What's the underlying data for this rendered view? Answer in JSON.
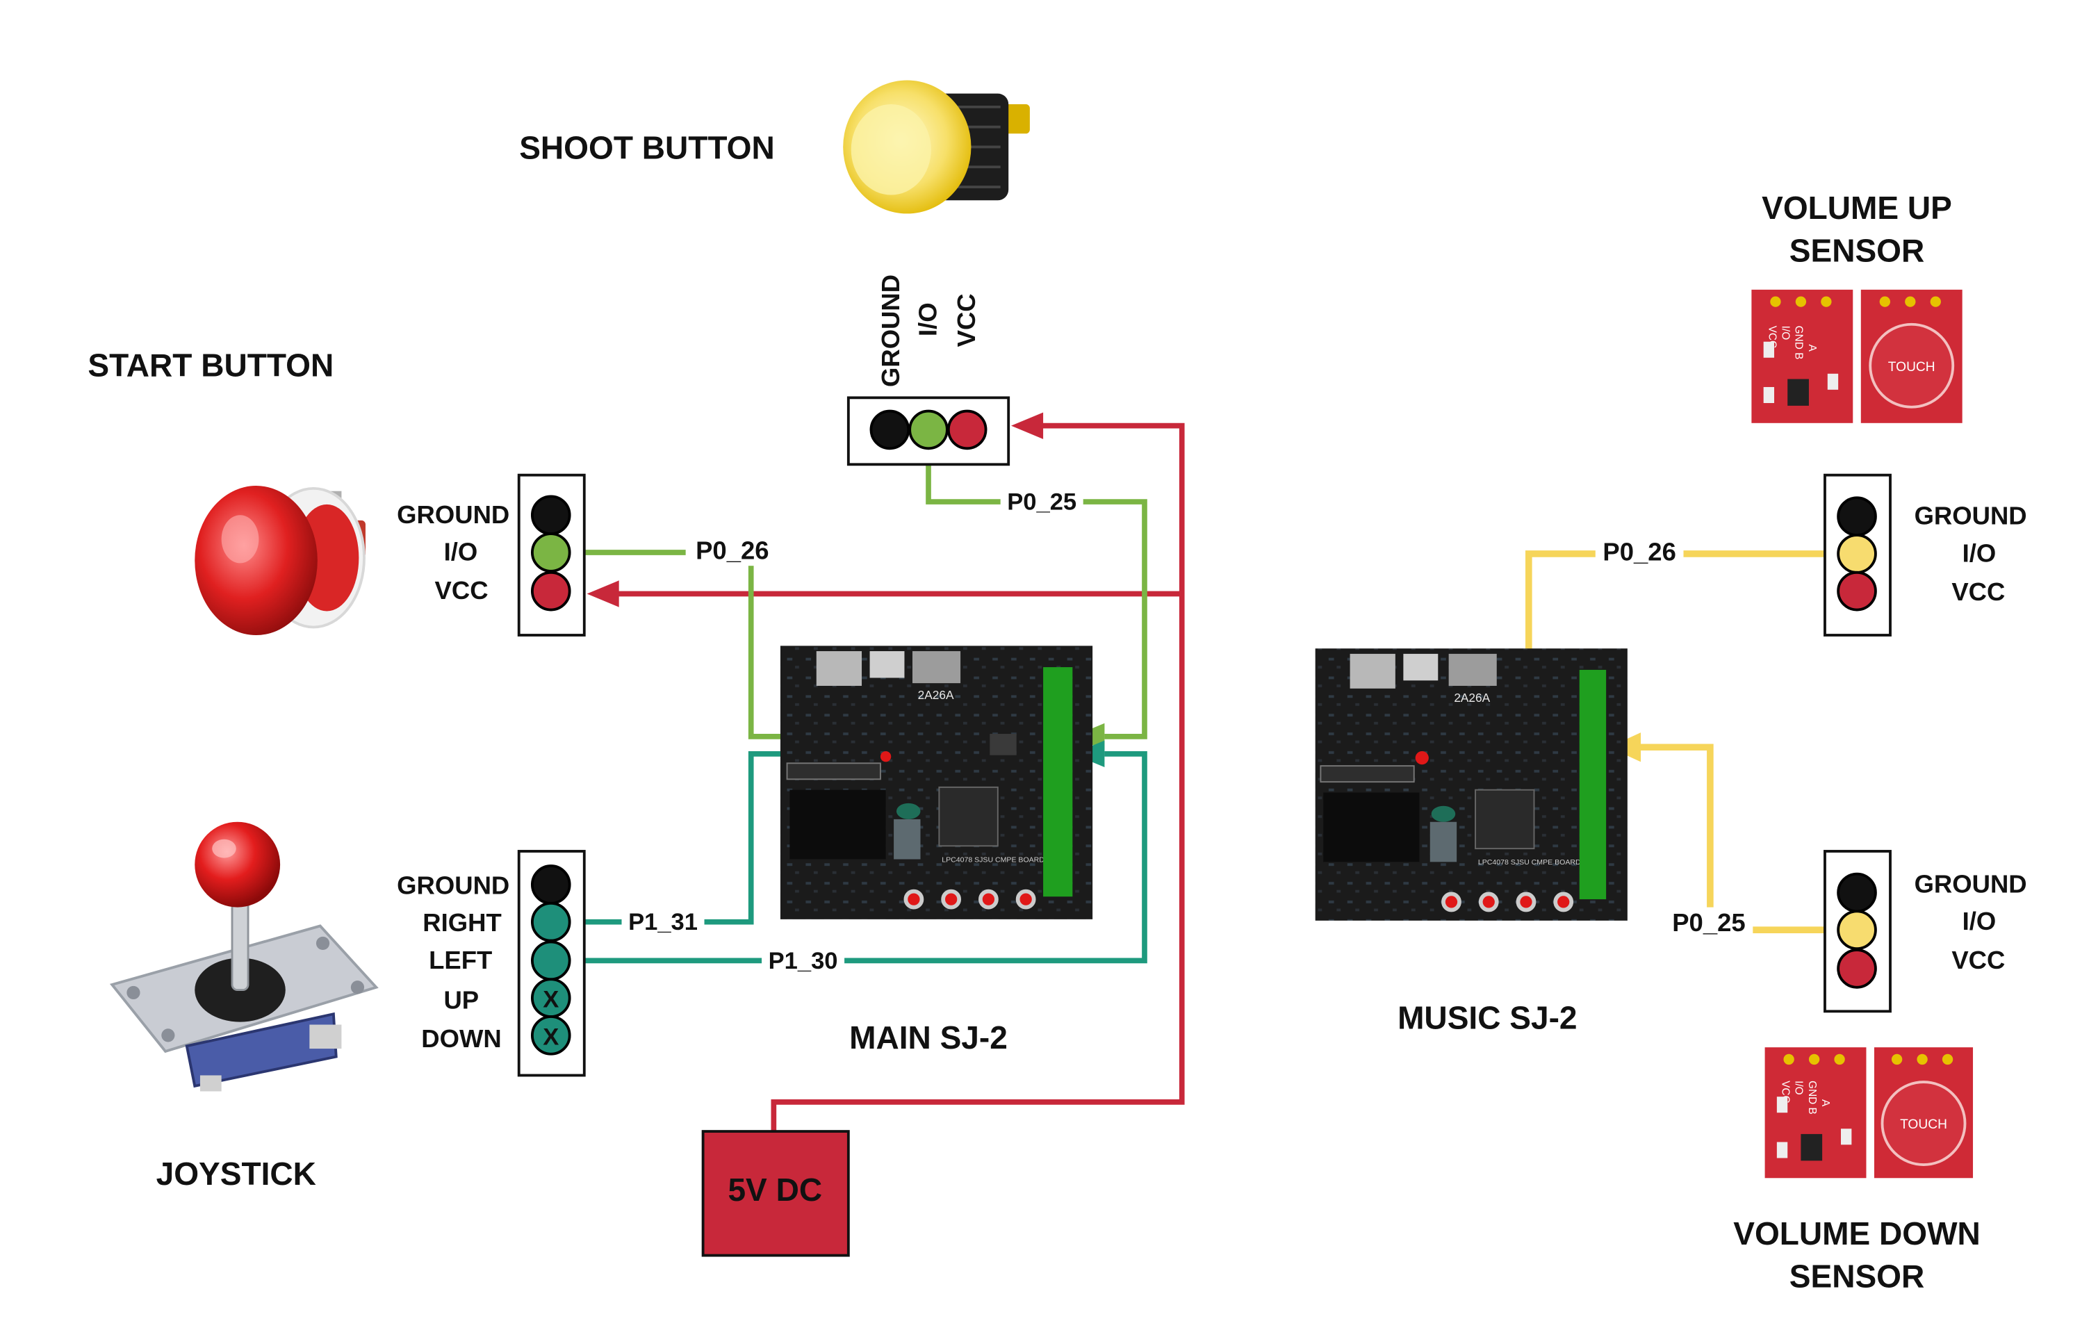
{
  "colors": {
    "red_wire": "#c8283a",
    "green_wire": "#7bb544",
    "teal_wire": "#1e9a7e",
    "yellow_wire": "#f6d55a",
    "pin_black": "#111111",
    "pin_green": "#7bb544",
    "pin_red": "#c8283a",
    "pin_teal": "#1e8f7a",
    "pin_yellow": "#f7dc6f",
    "power_box": "#c8283a"
  },
  "titles": {
    "shoot_button": "SHOOT BUTTON",
    "start_button": "START BUTTON",
    "joystick": "JOYSTICK",
    "volume_up": [
      "VOLUME UP",
      "SENSOR"
    ],
    "volume_down": [
      "VOLUME DOWN",
      "SENSOR"
    ],
    "main_board": "MAIN SJ-2",
    "music_board": "MUSIC SJ-2",
    "power": "5V DC"
  },
  "shoot_pins": [
    "GROUND",
    "I/O",
    "VCC"
  ],
  "start_pins": [
    "GROUND",
    "I/O",
    "VCC"
  ],
  "joystick_pins": [
    "GROUND",
    "RIGHT",
    "LEFT",
    "UP",
    "DOWN"
  ],
  "joystick_unused_mark": "X",
  "vol_up_pins": [
    "GROUND",
    "I/O",
    "VCC"
  ],
  "vol_down_pins": [
    "GROUND",
    "I/O",
    "VCC"
  ],
  "wire_labels": {
    "start_io": "P0_26",
    "shoot_io": "P0_25",
    "joy_right": "P1_31",
    "joy_left": "P1_30",
    "vol_up_io": "P0_26",
    "vol_down_io": "P0_25"
  },
  "sensor_text": "TOUCH",
  "sensor_pin_labels": [
    "GND",
    "I/O",
    "VCC",
    "A",
    "B"
  ],
  "board_labels": [
    "2A26A",
    "LPC4078 SJSU CMPE BOARD"
  ]
}
